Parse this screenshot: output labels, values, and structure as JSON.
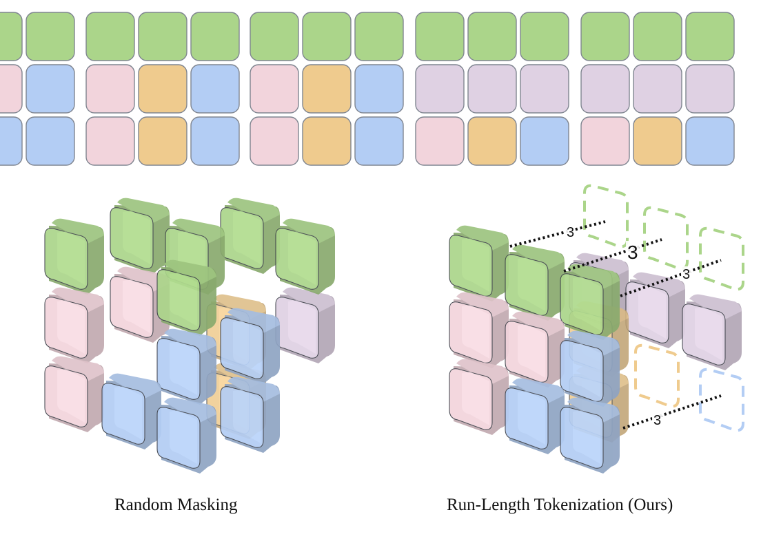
{
  "figure": {
    "colors": {
      "green": "#abd58a",
      "pink": "#f2d4dc",
      "orange": "#efcb8e",
      "blue": "#b3cdf4",
      "purple": "#dfd1e3",
      "outline": "#7f8590"
    },
    "frames": [
      {
        "label": "frame-1",
        "grid": [
          [
            "green",
            "green"
          ],
          [
            "pink",
            "blue"
          ],
          [
            "blue",
            "blue"
          ]
        ],
        "partial": true
      },
      {
        "label": "frame-2",
        "grid": [
          [
            "green",
            "green",
            "green"
          ],
          [
            "pink",
            "orange",
            "blue"
          ],
          [
            "pink",
            "orange",
            "blue"
          ]
        ]
      },
      {
        "label": "frame-3",
        "grid": [
          [
            "green",
            "green",
            "green"
          ],
          [
            "pink",
            "orange",
            "blue"
          ],
          [
            "pink",
            "orange",
            "blue"
          ]
        ]
      },
      {
        "label": "frame-4",
        "grid": [
          [
            "green",
            "green",
            "green"
          ],
          [
            "purple",
            "purple",
            "purple"
          ],
          [
            "pink",
            "orange",
            "blue"
          ]
        ]
      },
      {
        "label": "frame-5",
        "grid": [
          [
            "green",
            "green",
            "green"
          ],
          [
            "purple",
            "purple",
            "purple"
          ],
          [
            "pink",
            "orange",
            "blue"
          ]
        ]
      }
    ],
    "panels": [
      {
        "name": "random-masking",
        "caption": "Random Masking"
      },
      {
        "name": "run-length-tokenization",
        "caption": "Run-Length Tokenization (Ours)",
        "run_length_labels": [
          "3",
          "3",
          "3",
          "3"
        ]
      }
    ]
  }
}
